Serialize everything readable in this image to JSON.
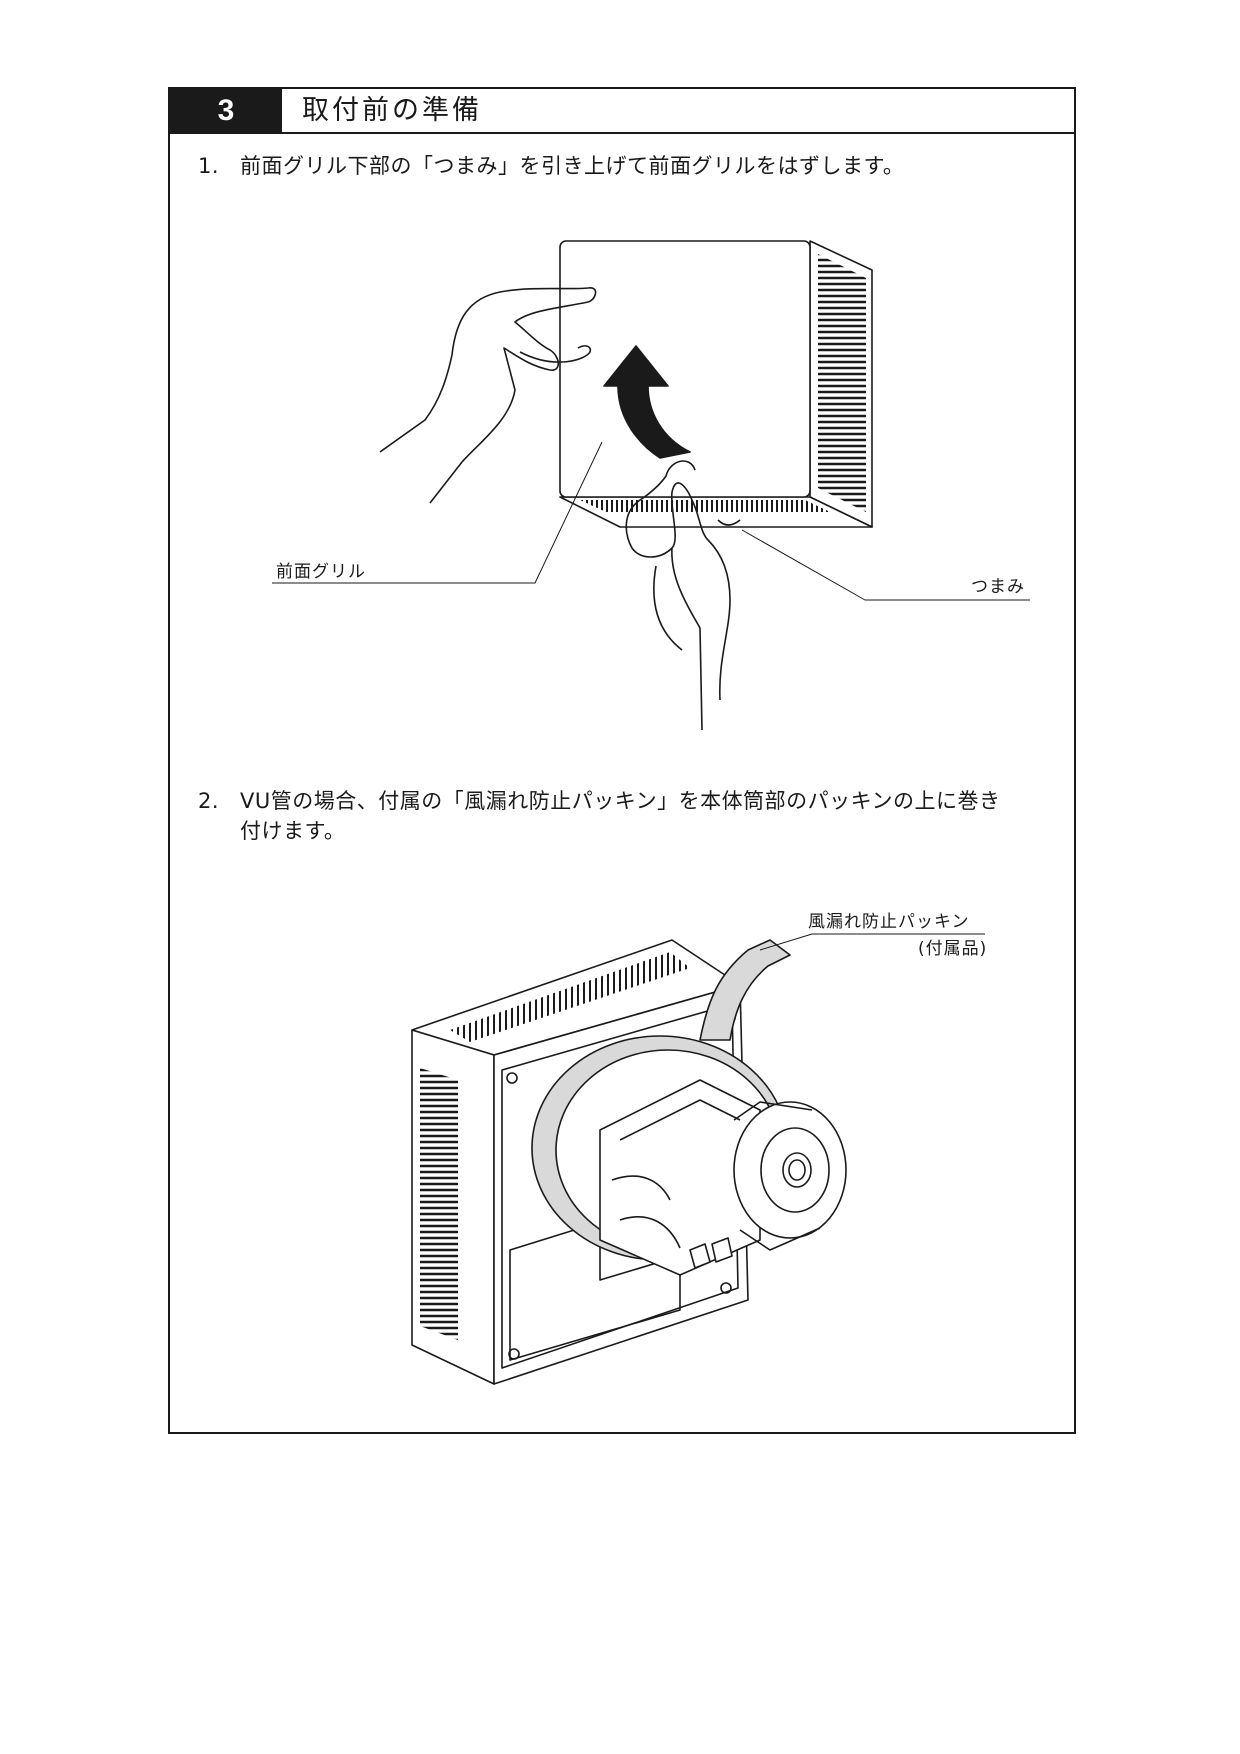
{
  "section": {
    "number": "3",
    "title": "取付前の準備"
  },
  "steps": [
    {
      "number": "1.",
      "text": "前面グリル下部の「つまみ」を引き上げて前面グリルをはずします。"
    },
    {
      "number": "2.",
      "text_line1": "VU管の場合、付属の「風漏れ防止パッキン」を本体筒部のパッキンの上に巻き",
      "text_line2": "付けます。"
    }
  ],
  "figure1": {
    "label_grille": "前面グリル",
    "label_knob": "つまみ"
  },
  "figure2": {
    "label_packing": "風漏れ防止パッキン",
    "label_accessory": "(付属品)"
  },
  "colors": {
    "ink": "#1a1a1a",
    "packing_fill": "#d9d9d9"
  }
}
